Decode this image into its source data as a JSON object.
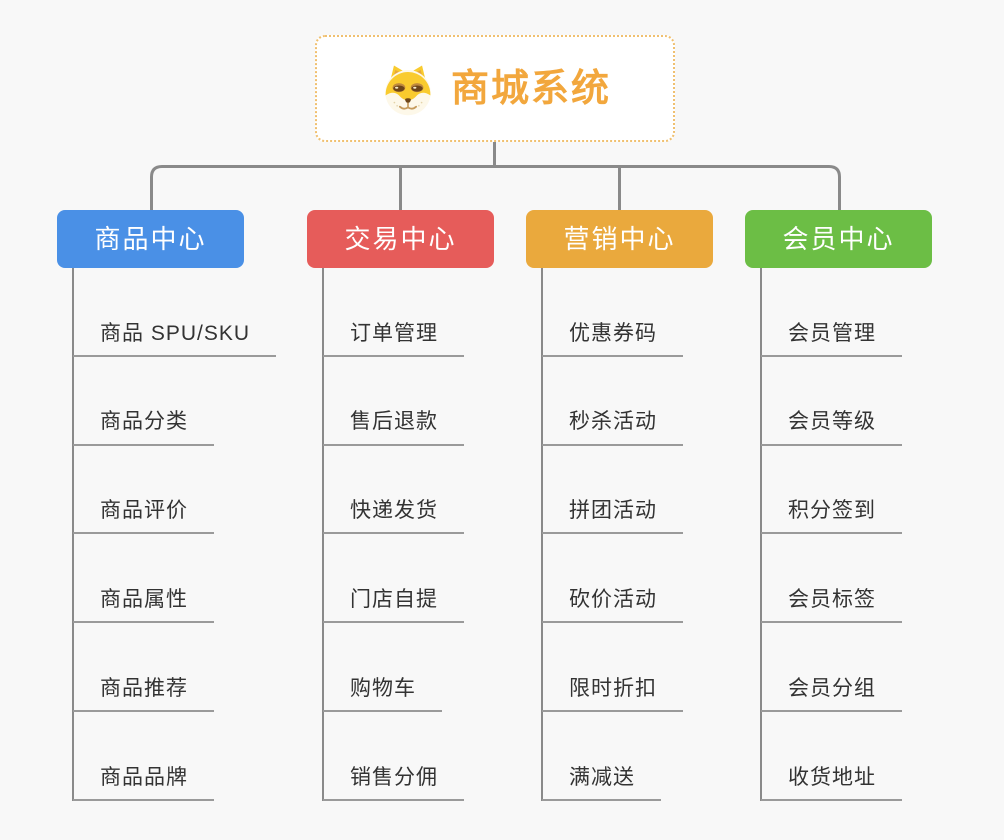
{
  "root": {
    "label": "商城系统",
    "icon": "doge-face-icon"
  },
  "branches": [
    {
      "label": "商品中心",
      "color": "#4a90e6",
      "children": [
        "商品 SPU/SKU",
        "商品分类",
        "商品评价",
        "商品属性",
        "商品推荐",
        "商品品牌"
      ]
    },
    {
      "label": "交易中心",
      "color": "#e65c5a",
      "children": [
        "订单管理",
        "售后退款",
        "快递发货",
        "门店自提",
        "购物车",
        "销售分佣"
      ]
    },
    {
      "label": "营销中心",
      "color": "#eaa93d",
      "children": [
        "优惠券码",
        "秒杀活动",
        "拼团活动",
        "砍价活动",
        "限时折扣",
        "满减送"
      ]
    },
    {
      "label": "会员中心",
      "color": "#6cbe45",
      "children": [
        "会员管理",
        "会员等级",
        "积分签到",
        "会员标签",
        "会员分组",
        "收货地址"
      ]
    }
  ],
  "colors": {
    "background": "#f8f8f8",
    "connector": "#8a8a8a",
    "leaf_line": "#9a9a9a",
    "leaf_text": "#333333",
    "root_text": "#f2a73d",
    "root_border": "#f0c070",
    "branch_text": "#ffffff"
  }
}
